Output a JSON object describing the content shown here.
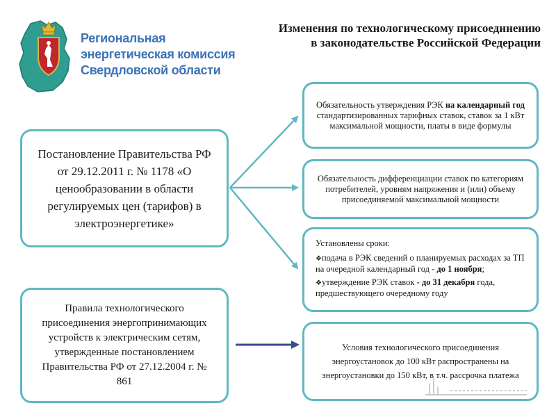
{
  "org": {
    "lines": [
      "Региональная",
      "энергетическая комиссия",
      "Свердловской области"
    ]
  },
  "title": {
    "line1": "Изменения по технологическому присоединению",
    "line2": "в законодательстве Российской Федерации"
  },
  "left_boxes": [
    {
      "text": "Постановление Правительства РФ от 29.12.2011 г. № 1178 «О ценообразовании в области регулируемых цен (тарифов) в электроэнергетике»"
    },
    {
      "text": "Правила технологического присоединения энергопринимающих устройств к электрическим сетям, утвержденные постановлением Правительства РФ от 27.12.2004 г. № 861"
    }
  ],
  "right_boxes": {
    "r1": {
      "pre": "Обязательность утверждения РЭК ",
      "bold": "на календарный год",
      "post": " стандартизированных тарифных ставок, ставок за 1 кВт максимальной мощности, платы в виде формулы"
    },
    "r2": {
      "text": "Обязательность дифференциации ставок по категориям потребителей, уровням напряжения и (или) объему присоединяемой максимальной мощности"
    },
    "r3": {
      "heading": "Установлены сроки:",
      "bullet": "❖",
      "item1_pre": "подача в РЭК сведений о планируемых расходах за ТП на очередной календарный год ",
      "item1_bold": "- до 1 ноября",
      "item1_post": ";",
      "item2_pre": "утверждение РЭК ставок ",
      "item2_bold": "- до 31 декабря",
      "item2_post": " года, предшествующего очередному году"
    },
    "r4": {
      "text": "Условия технологического присоединения энергоустановок до 100 кВт распространены на энергоустановки до 150 кВт, в т.ч. рассрочка платежа"
    }
  },
  "colors": {
    "box_border": "#5fb8c0",
    "arrow_teal": "#5fb8c0",
    "arrow_blue": "#2f4f8f",
    "org_text": "#3b73b4"
  }
}
